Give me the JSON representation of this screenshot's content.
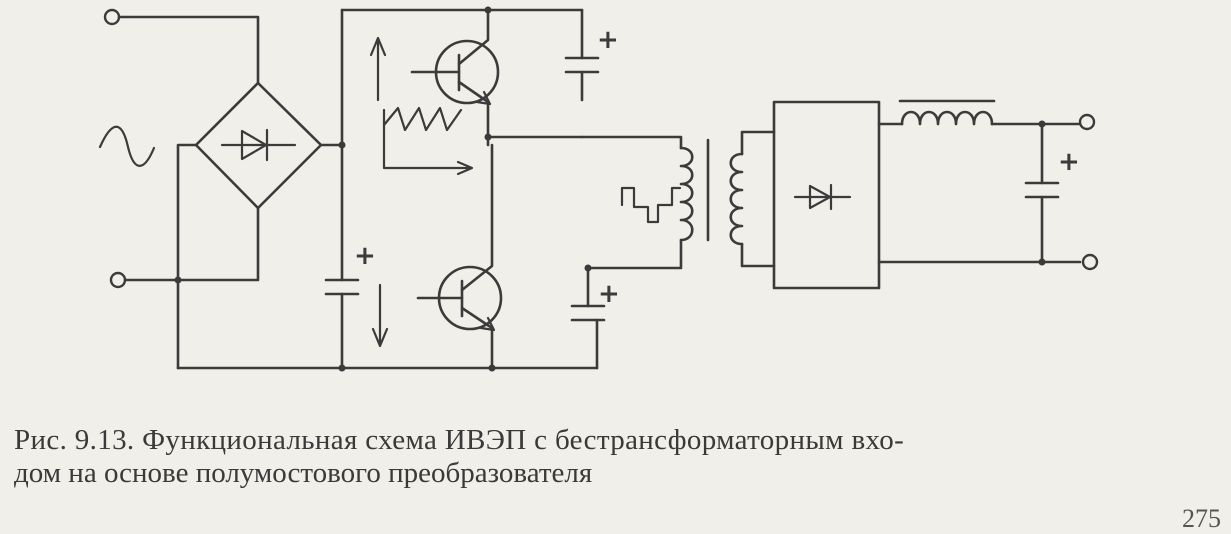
{
  "caption": {
    "line1": "Рис. 9.13. Функциональная  схема ИВЭП с бестрансформаторным вхо-",
    "line2": "дом на основе полумостового преобразователя"
  },
  "page_number": "275",
  "polarity_mark": "+"
}
